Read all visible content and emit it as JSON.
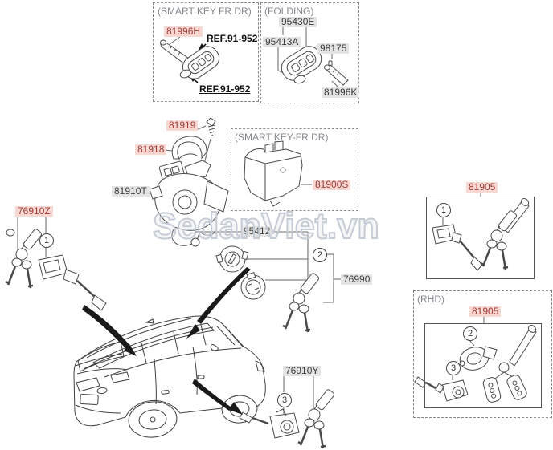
{
  "watermark": "SedanViet.vn",
  "panels": {
    "smart_key_top": {
      "title": "(SMART KEY FR DR)",
      "part": "81996H",
      "ref_upper": "REF.91-952",
      "ref_lower": "REF.91-952"
    },
    "folding": {
      "title": "(FOLDING)",
      "part_95430e": "95430E",
      "part_95413a": "95413A",
      "part_98175": "98175",
      "part_81996k": "81996K"
    },
    "smart_key_mid": {
      "title": "(SMART KEY-FR DR)",
      "part": "81900S"
    },
    "lockset_lhd": {
      "part": "81905",
      "callout": "1"
    },
    "rhd": {
      "title": "(RHD)",
      "part": "81905",
      "callout_2": "2",
      "callout_3": "3"
    }
  },
  "parts": {
    "p81919": "81919",
    "p81918": "81918",
    "p81910t": "81910T",
    "p76910z": "76910Z",
    "p95412": "95412",
    "p76990": "76990",
    "p76910y": "76910Y"
  },
  "callouts": {
    "c1": "1",
    "c2": "2",
    "c3": "3"
  },
  "colors": {
    "highlight_bg": "#f7d8d3",
    "highlight_text": "#a03c36",
    "label_bg": "#e4e4e4",
    "label_text": "#3c3c3c",
    "line": "#555555",
    "box_title": "#85898e",
    "watermark_outline": "#c6ccd6"
  }
}
